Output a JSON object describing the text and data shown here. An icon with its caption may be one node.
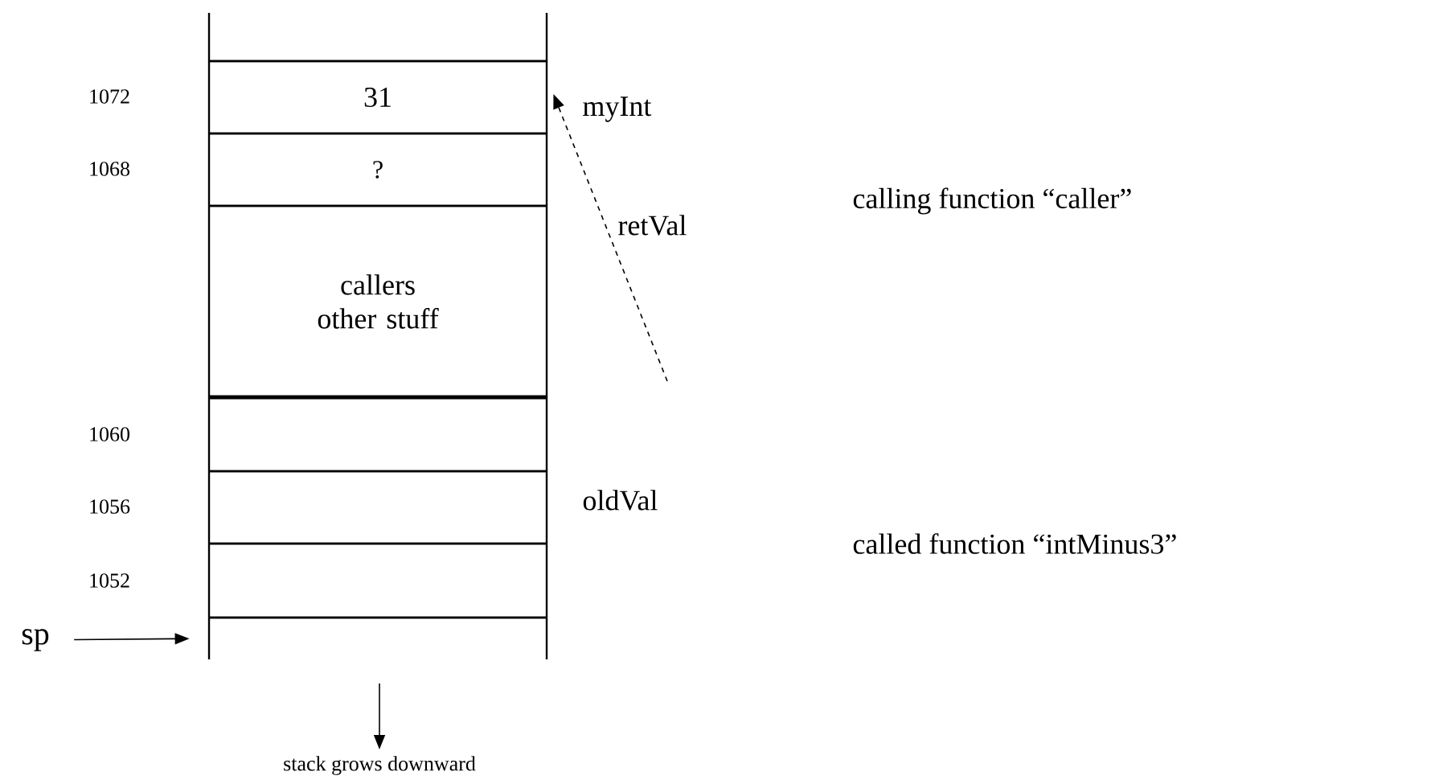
{
  "diagram": {
    "nodes": [
      {
        "text": [],
        "shape": "box"
      },
      {
        "text": [
          "31"
        ],
        "beside": [
          "1072",
          "myInt"
        ]
      },
      {
        "text": [
          "?"
        ],
        "beside": [
          "1068",
          "retVal"
        ]
      },
      {
        "text": [
          "callers other stuff"
        ]
      },
      {
        "text": [],
        "shape": "box",
        "beside": [
          "1060"
        ]
      },
      {
        "text": [],
        "shape": "box",
        "beside": [
          "1056",
          "oldVal"
        ]
      },
      {
        "text": [],
        "shape": "box",
        "beside": [
          "1052"
        ]
      },
      {
        "text": [],
        "shape": "box"
      },
      {
        "text": [
          "sp"
        ]
      }
    ],
    "edges": [
      {
        "from": null,
        "to": 1,
        "arrow": "to",
        "style": "dashed"
      },
      {
        "from": 8,
        "to": 7,
        "arrow": "to"
      }
    ],
    "labels": [
      "calling function “caller”",
      "called function “intMinus3”",
      "stack grows downward"
    ]
  }
}
